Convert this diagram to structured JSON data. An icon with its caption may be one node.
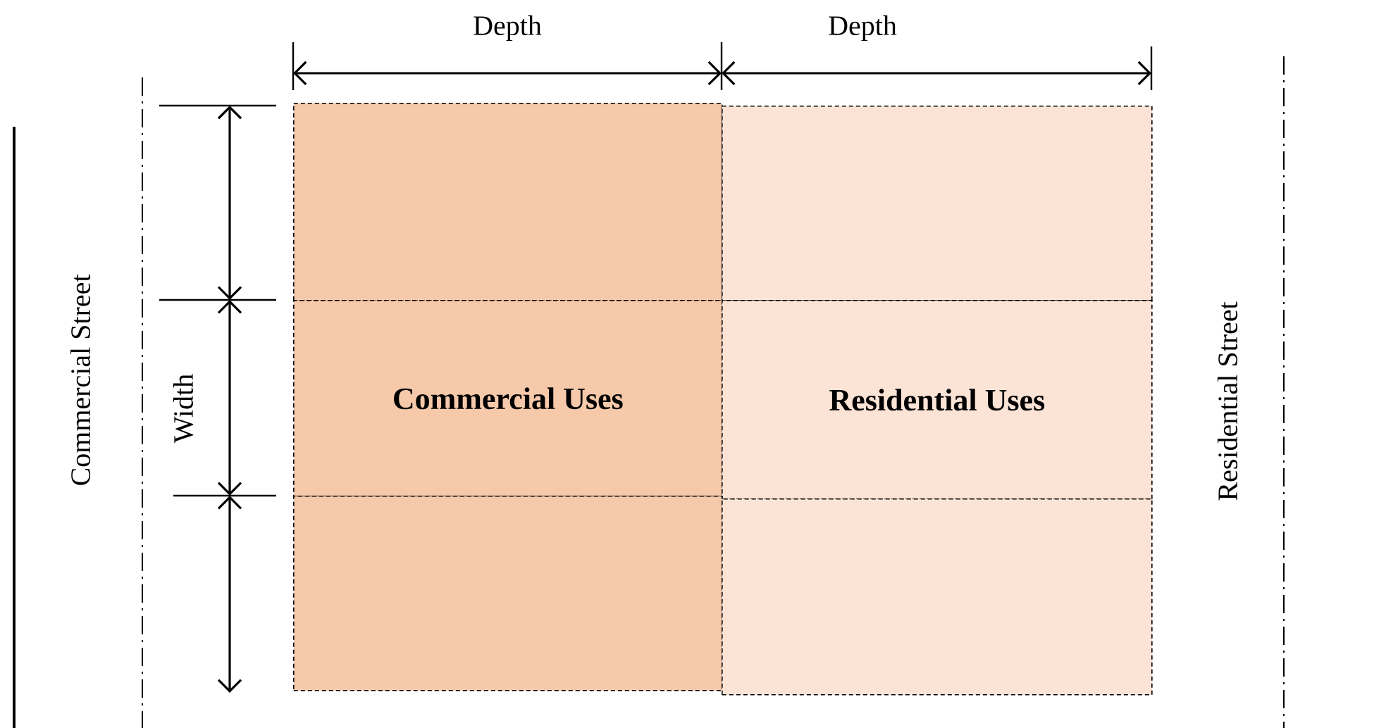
{
  "diagram": {
    "nodes": [
      {
        "text": [],
        "shape": "box"
      },
      {
        "text": [],
        "shape": "box"
      },
      {
        "text": [
          "Commercial Uses"
        ]
      },
      {
        "text": [
          "Residential Uses"
        ]
      },
      {
        "text": [],
        "shape": "box"
      },
      {
        "text": [],
        "shape": "box"
      }
    ],
    "labels": [
      "Depth",
      "Depth",
      "Width",
      "Commercial Street",
      "Residential Street"
    ]
  }
}
